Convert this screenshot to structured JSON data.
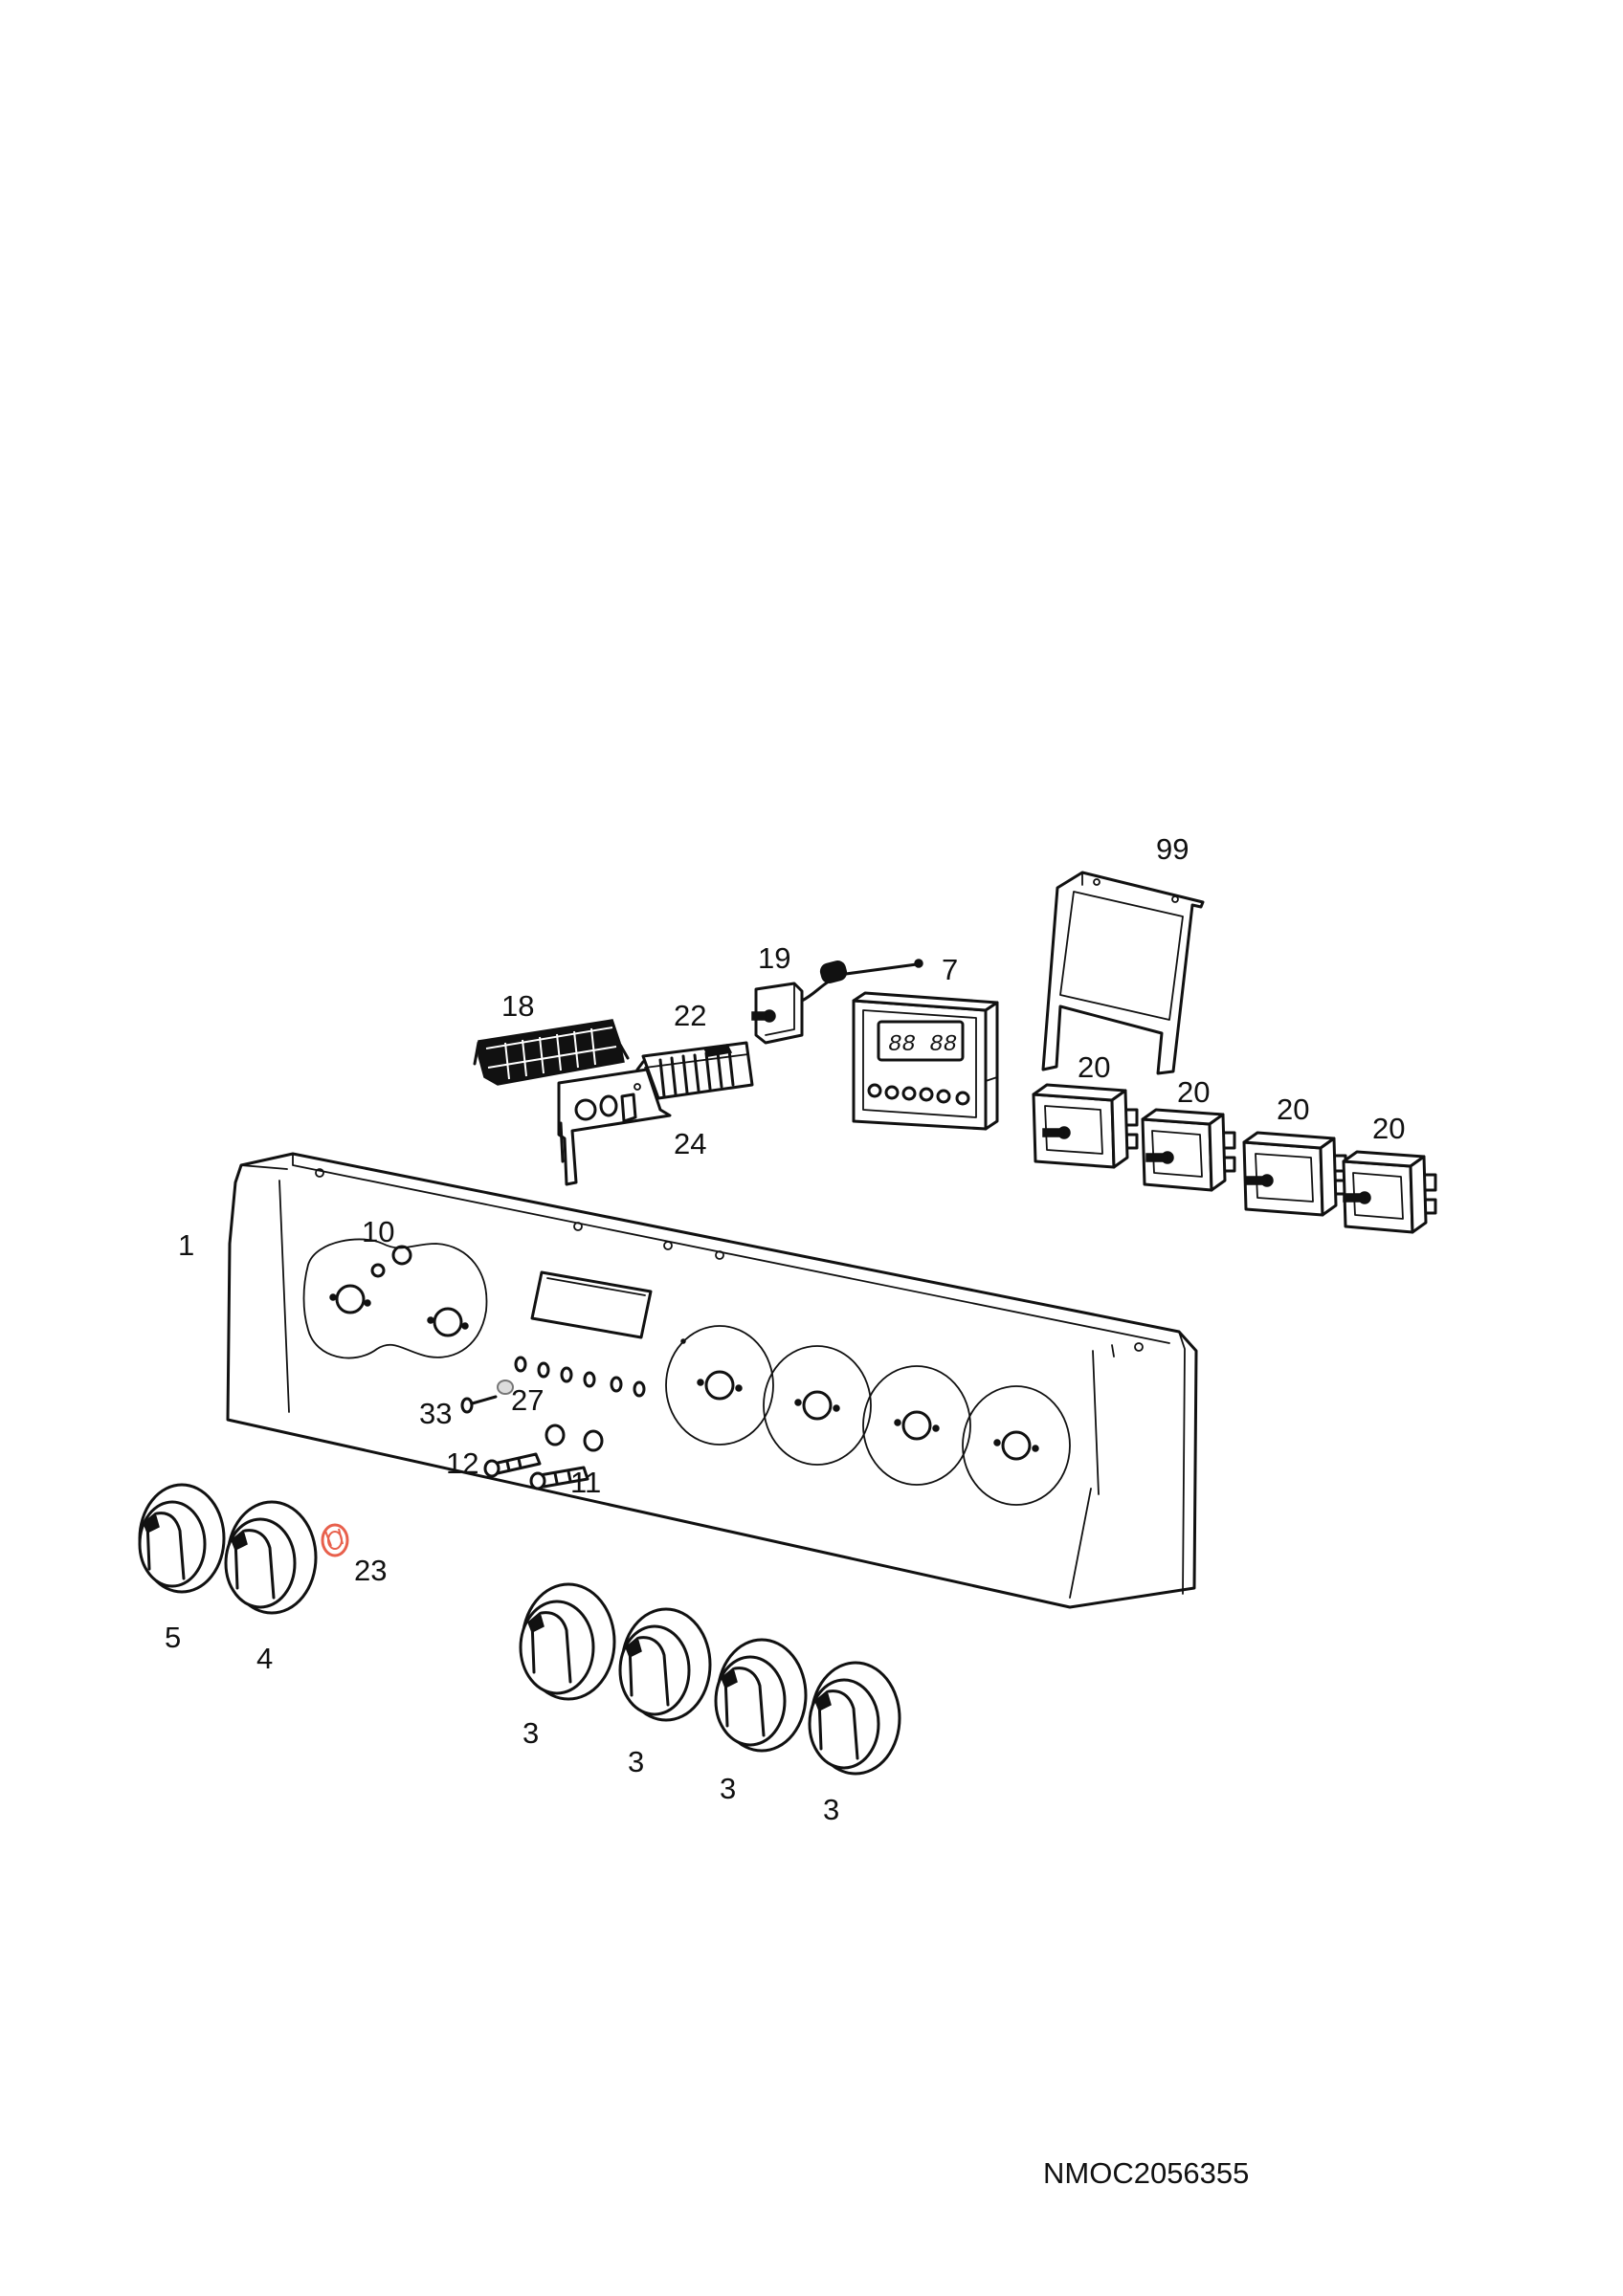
{
  "diagram": {
    "drawing_code": "NMOC2056355",
    "accent_color": "#e8604c",
    "parts": [
      {
        "ref": "99",
        "label": "99"
      },
      {
        "ref": "19",
        "label": "19"
      },
      {
        "ref": "7",
        "label": "7"
      },
      {
        "ref": "18",
        "label": "18"
      },
      {
        "ref": "22",
        "label": "22"
      },
      {
        "ref": "20a",
        "label": "20"
      },
      {
        "ref": "20b",
        "label": "20"
      },
      {
        "ref": "20c",
        "label": "20"
      },
      {
        "ref": "20d",
        "label": "20"
      },
      {
        "ref": "24",
        "label": "24"
      },
      {
        "ref": "1",
        "label": "1"
      },
      {
        "ref": "10",
        "label": "10"
      },
      {
        "ref": "33",
        "label": "33"
      },
      {
        "ref": "27",
        "label": "27"
      },
      {
        "ref": "12",
        "label": "12"
      },
      {
        "ref": "11",
        "label": "11"
      },
      {
        "ref": "23",
        "label": "23"
      },
      {
        "ref": "5",
        "label": "5"
      },
      {
        "ref": "4",
        "label": "4"
      },
      {
        "ref": "3a",
        "label": "3"
      },
      {
        "ref": "3b",
        "label": "3"
      },
      {
        "ref": "3c",
        "label": "3"
      },
      {
        "ref": "3d",
        "label": "3"
      }
    ]
  }
}
